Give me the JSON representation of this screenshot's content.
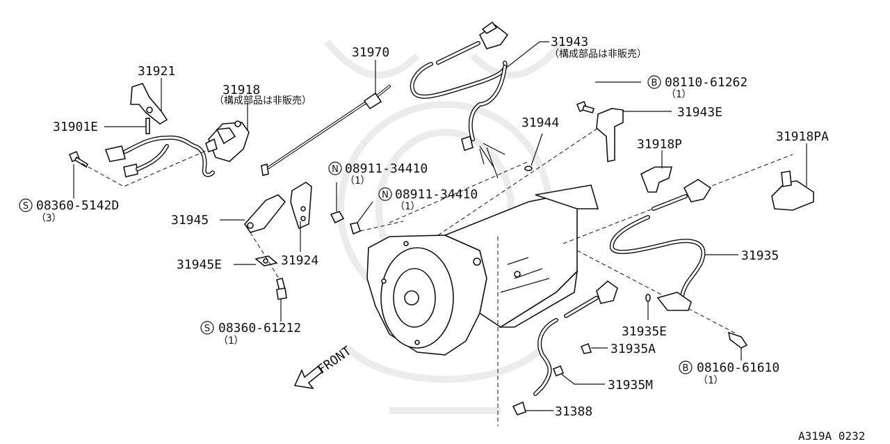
{
  "labels": {
    "p31921": "31921",
    "p31918": "31918",
    "p31918_note": "（構成部品は非販売）",
    "p31901E": "31901E",
    "p08360_5142D": "08360-5142D",
    "p08360_5142D_qty": "（3）",
    "p31945": "31945",
    "p31924": "31924",
    "p31945E": "31945E",
    "p08360_61212": "08360-61212",
    "p08360_61212_qty": "（1）",
    "p31970": "31970",
    "p08911_34410_a": "08911-34410",
    "p08911_34410_a_qty": "（1）",
    "p08911_34410_b": "08911-34410",
    "p08911_34410_b_qty": "（1）",
    "p31943": "31943",
    "p31943_note": "（構成部品は非販売）",
    "p08110_61262": "08110-61262",
    "p08110_61262_qty": "（1）",
    "p31943E": "31943E",
    "p31944": "31944",
    "p31918P": "31918P",
    "p31918PA": "31918PA",
    "p31935": "31935",
    "p31935E": "31935E",
    "p31935A": "31935A",
    "p08160_61610": "08160-61610",
    "p08160_61610_qty": "（1）",
    "p31935M": "31935M",
    "p31388": "31388",
    "front": "FRONT",
    "diagram_code": "A319A 0232"
  },
  "markers": {
    "s": "S",
    "n": "N",
    "b": "B"
  },
  "colors": {
    "line": "#111111",
    "background": "#ffffff",
    "watermark": "#ececec"
  }
}
